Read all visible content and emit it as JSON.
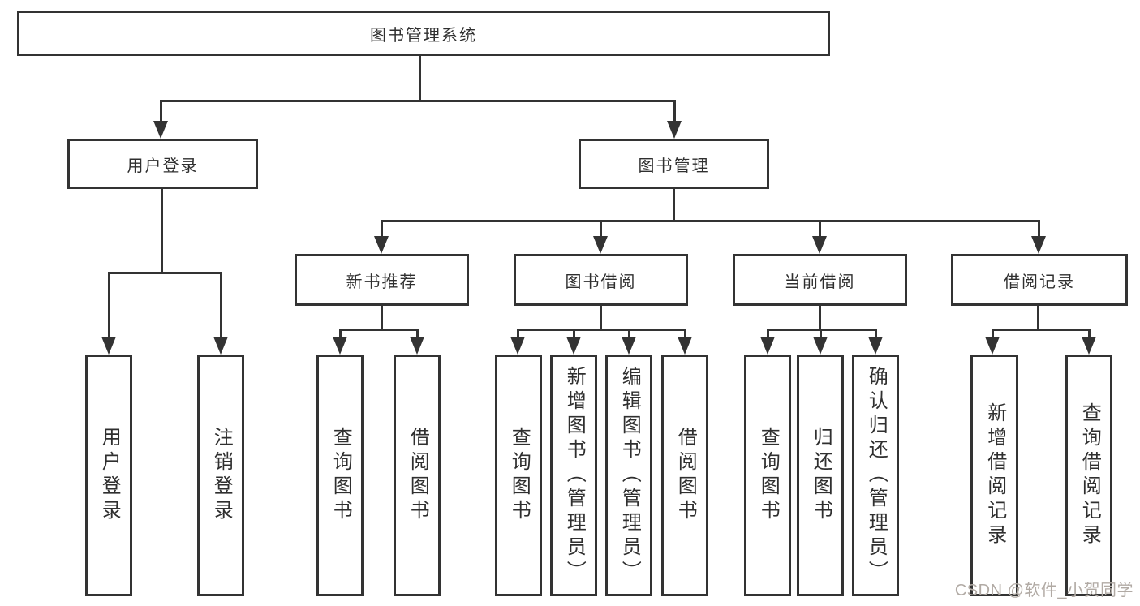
{
  "tree": {
    "root": {
      "label": "图书管理系统",
      "children": [
        {
          "label": "用户登录",
          "children": [
            {
              "label": "用户登录"
            },
            {
              "label": "注销登录"
            }
          ]
        },
        {
          "label": "图书管理",
          "children": [
            {
              "label": "新书推荐",
              "children": [
                {
                  "label": "查询图书"
                },
                {
                  "label": "借阅图书"
                }
              ]
            },
            {
              "label": "图书借阅",
              "children": [
                {
                  "label": "查询图书"
                },
                {
                  "label": "新增图书（管理员）"
                },
                {
                  "label": "编辑图书（管理员）"
                },
                {
                  "label": "借阅图书"
                }
              ]
            },
            {
              "label": "当前借阅",
              "children": [
                {
                  "label": "查询图书"
                },
                {
                  "label": "归还图书"
                },
                {
                  "label": "确认归还（管理员）"
                }
              ]
            },
            {
              "label": "借阅记录",
              "children": [
                {
                  "label": "新增借阅记录"
                },
                {
                  "label": "查询借阅记录"
                }
              ]
            }
          ]
        }
      ]
    }
  },
  "watermark": "CSDN @软件_小贺同学",
  "colors": {
    "stroke": "#333333",
    "text": "#2f2f2f",
    "watermark": "#b1aaa4"
  }
}
